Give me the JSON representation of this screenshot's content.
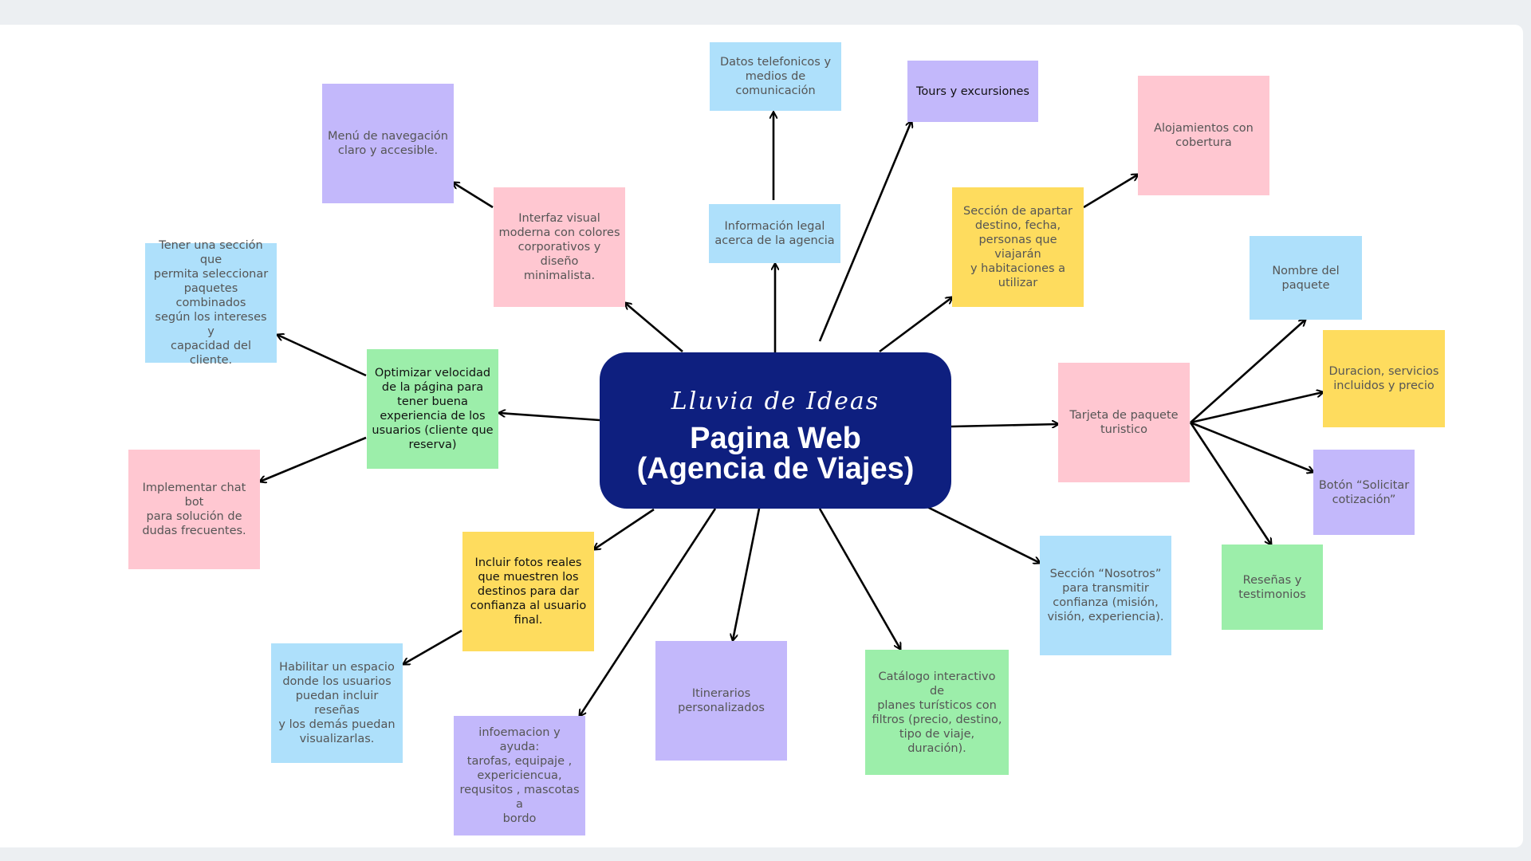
{
  "center": {
    "script_title": "Lluvia de Ideas",
    "title_line1": "Pagina Web",
    "title_line2": "(Agencia de Viajes)"
  },
  "notes": {
    "datos_telefonicos": "Datos telefonicos y\nmedios de\ncomunicación",
    "tours": "Tours y excursiones",
    "alojamientos": "Alojamientos con\ncobertura",
    "menu_navegacion": "Menú de navegación\nclaro y accesible.",
    "interfaz_visual": "Interfaz visual\nmoderna con colores\ncorporativos y diseño\nminimalista.",
    "informacion_legal": "Información legal\nacerca de la agencia",
    "seccion_apartar": "Sección de apartar\ndestino, fecha,\npersonas que viajarán\ny habitaciones a\nutilizar",
    "nombre_paquete": "Nombre del\npaquete",
    "paquetes_combinados": "Tener una sección que\npermita seleccionar\npaquetes combinados\nsegún los intereses y\ncapacidad del cliente.",
    "optimizar_velocidad": "Optimizar velocidad\nde la página para\ntener buena\nexperiencia de los\nusuarios (cliente que\nreserva)",
    "duracion_servicios": "Duracion, servicios\nincluidos y precio",
    "tarjeta_paquete": "Tarjeta de paquete\nturistico",
    "chat_bot": "Implementar chat bot\npara solución de\ndudas frecuentes.",
    "boton_cotizacion": "Botón “Solicitar\ncotización”",
    "fotos_reales": "Incluir fotos reales\nque muestren los\ndestinos para dar\nconfianza al usuario\nfinal.",
    "seccion_nosotros": "Sección “Nosotros”\npara transmitir\nconfianza (misión,\nvisión, experiencia).",
    "resenas_testimonios": "Reseñas y\ntestimonios",
    "espacio_resenas": "Habilitar un espacio\ndonde los usuarios\npuedan incluir reseñas\ny los demás puedan\nvisualizarlas.",
    "itinerarios": "Itinerarios\npersonalizados",
    "catalogo": "Catálogo interactivo de\nplanes turísticos con\nfiltros (precio, destino,\ntipo de viaje, duración).",
    "informacion_ayuda": "infoemacion y ayuda:\ntarofas, equipaje ,\nexpericiencua,\nrequsitos , mascotas a\nbordo"
  },
  "colors": {
    "board": "#ffffff",
    "background": "#eceff2",
    "center": "#0e1f7f",
    "pink": "#ffc7d1",
    "blue": "#aee0fb",
    "purple": "#c3b8fb",
    "yellow": "#fedc5e",
    "green": "#9ceeaa",
    "arrow": "#000000"
  }
}
